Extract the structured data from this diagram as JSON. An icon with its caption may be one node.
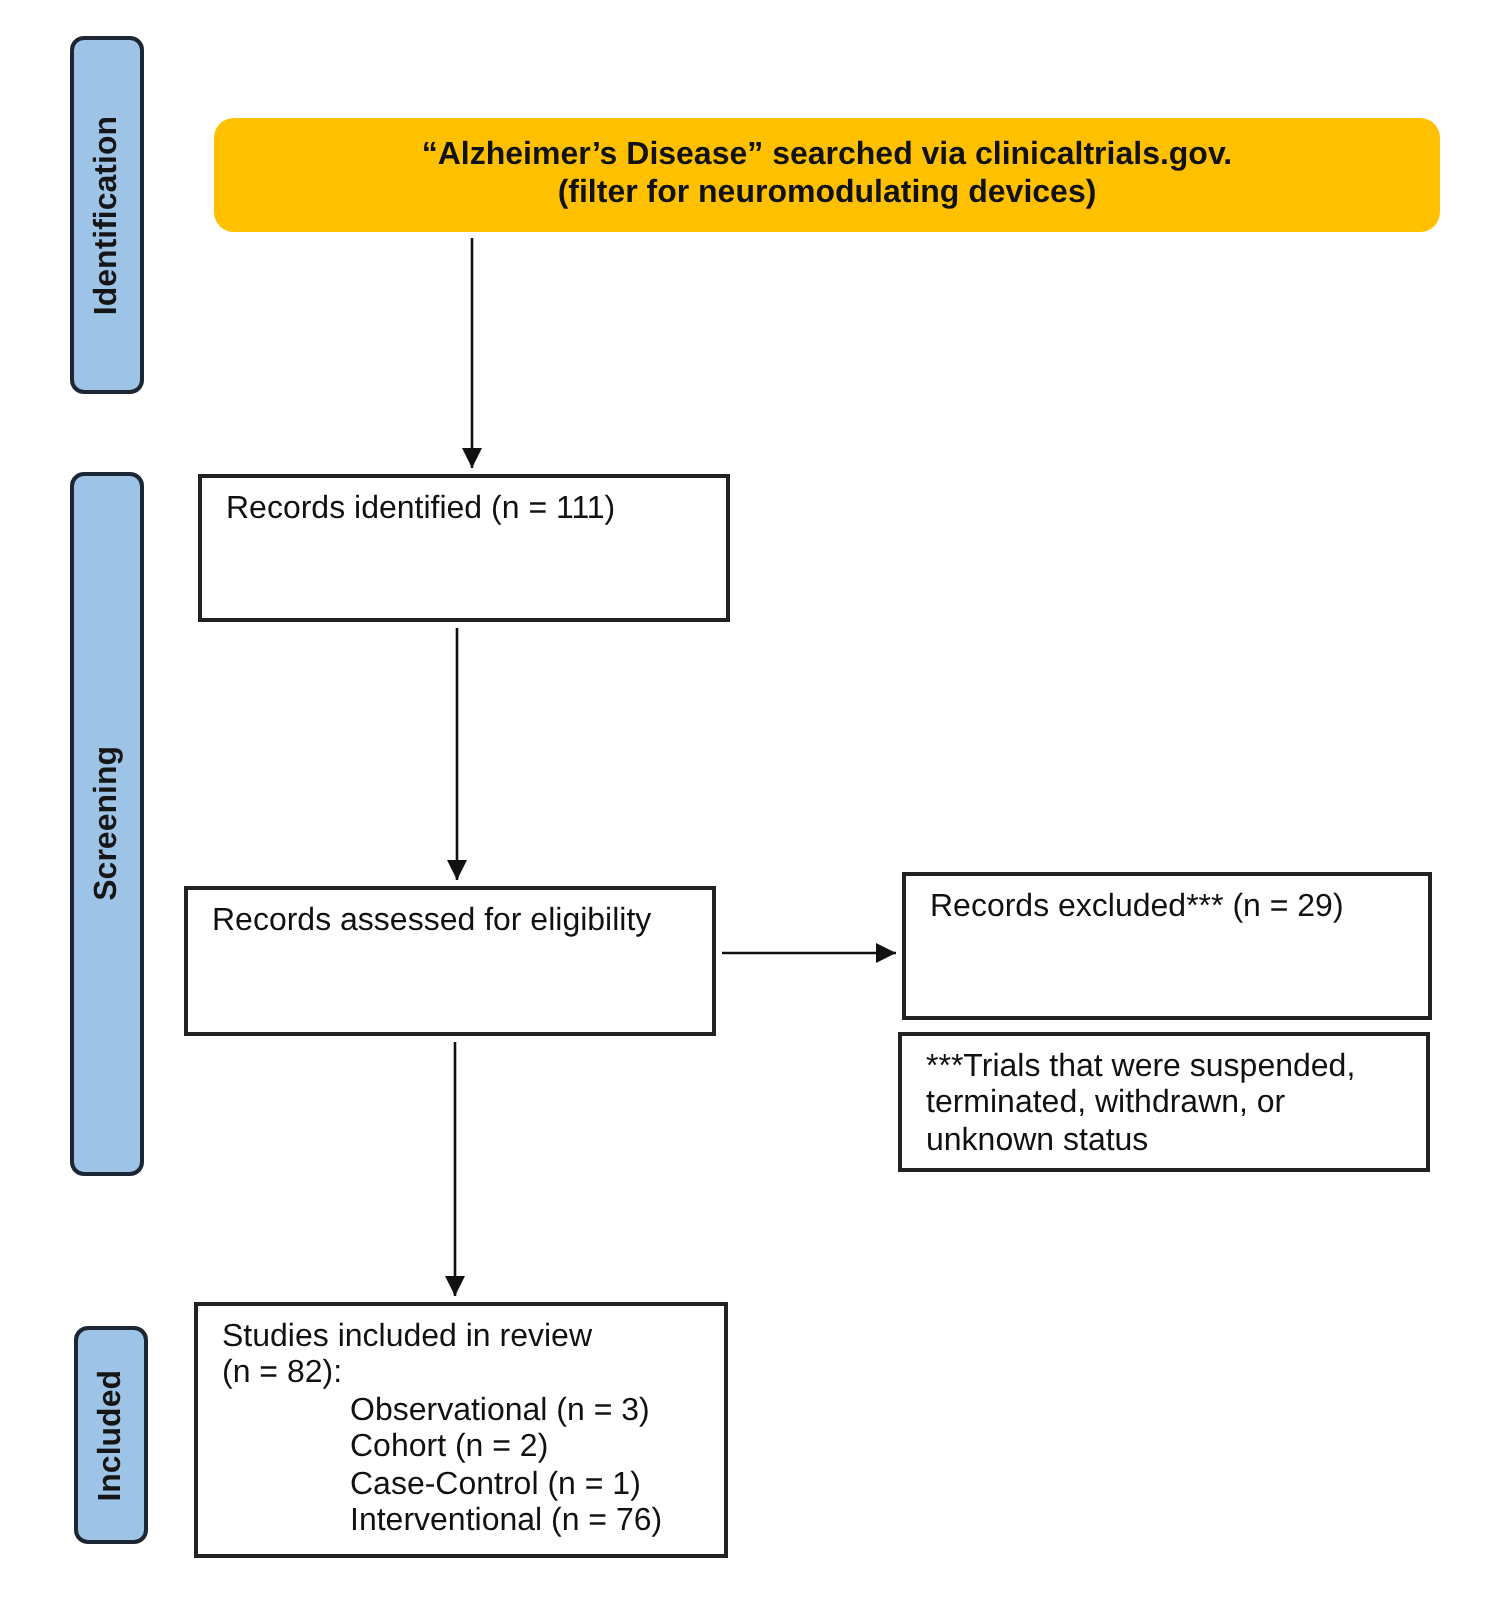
{
  "diagram": {
    "nodes": [
      {
        "text": [
          "Identification"
        ]
      },
      {
        "text": [
          "“Alzheimer’s Disease” searched via clinicaltrials.gov. (filter for neuromodulating devices)"
        ]
      },
      {
        "text": [
          "Screening"
        ]
      },
      {
        "text": [
          "Records identified (n = 111)"
        ]
      },
      {
        "text": [
          "Records assessed for eligibility"
        ]
      },
      {
        "text": [
          "Records excluded*** (n = 29)"
        ]
      },
      {
        "text": [
          "***Trials that were suspended, terminated, withdrawn, or unknown status"
        ]
      },
      {
        "text": [
          "Included"
        ]
      },
      {
        "text": [
          "Studies included in review (n = 82):",
          "Observational (n = 3)",
          "Cohort (n = 2)",
          "Case-Control (n = 1)",
          "Interventional (n = 76)"
        ]
      }
    ],
    "edges": [
      {
        "from": 1,
        "to": 3,
        "arrow": "to"
      },
      {
        "from": 3,
        "to": 4,
        "arrow": "to"
      },
      {
        "from": 4,
        "to": 5,
        "arrow": "to"
      },
      {
        "from": 4,
        "to": 8,
        "arrow": "to"
      }
    ]
  }
}
